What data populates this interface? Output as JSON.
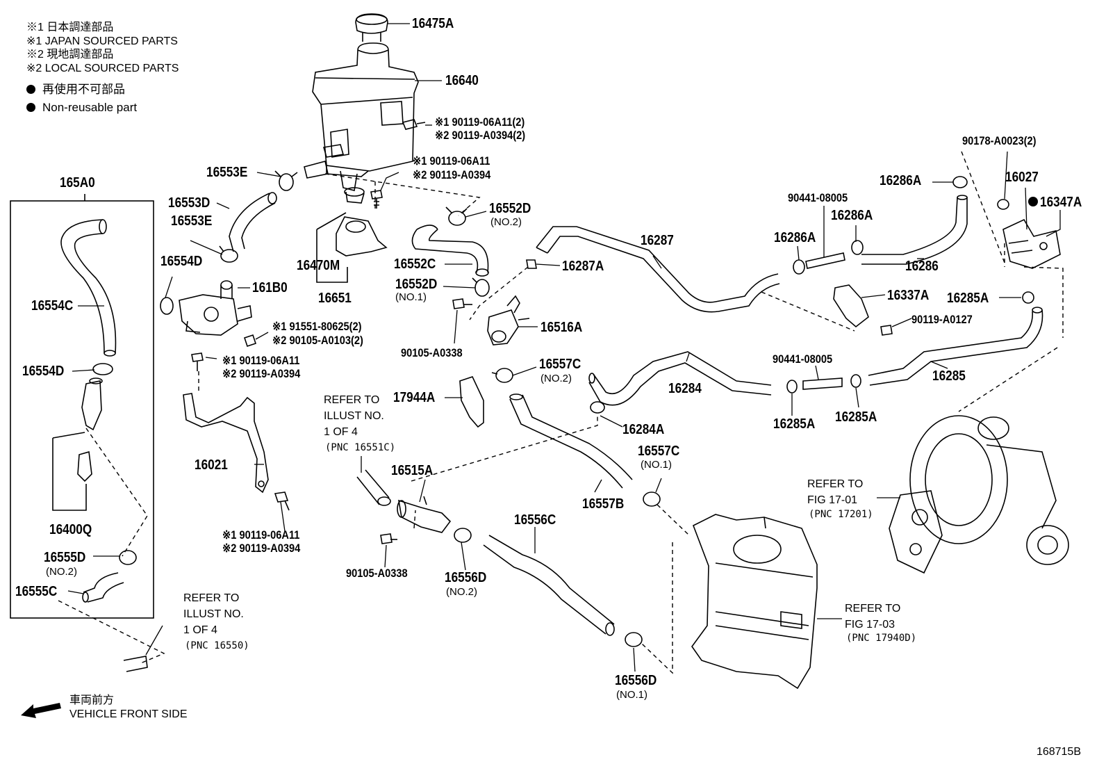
{
  "legend": [
    "※1  日本調達部品",
    "※1  JAPAN SOURCED PARTS",
    "※2  現地調達部品",
    "※2  LOCAL SOURCED PARTS"
  ],
  "non_reusable": [
    "再使用不可部品",
    "Non-reusable part"
  ],
  "box_title": "165A0",
  "labels": {
    "p16475A": "16475A",
    "p16640": "16640",
    "b1a": "※1 90119-06A11(2)",
    "b1b": "※2 90119-A0394(2)",
    "b2a": "※1 90119-06A11",
    "b2b": "※2 90119-A0394",
    "p16553E_1": "16553E",
    "p16553D": "16553D",
    "p16553E_2": "16553E",
    "p16552D_2": "16552D",
    "p16552D_2n": "(NO.2)",
    "p16470M": "16470M",
    "p16651": "16651",
    "p16552C": "16552C",
    "p16552D_1": "16552D",
    "p16552D_1n": "(NO.1)",
    "p16554D_1": "16554D",
    "p161B0": "161B0",
    "p16554C": "16554C",
    "b3a": "※1 91551-80625(2)",
    "b3b": "※2 90105-A0103(2)",
    "p16287": "16287",
    "p16287A": "16287A",
    "p16516A": "16516A",
    "p90105A0338_1": "90105-A0338",
    "p16554D_2": "16554D",
    "b4a": "※1 90119-06A11",
    "b4b": "※2 90119-A0394",
    "p16557C_2": "16557C",
    "p16557C_2n": "(NO.2)",
    "p17944A": "17944A",
    "p16284": "16284",
    "p16284A": "16284A",
    "p16021": "16021",
    "p16515A": "16515A",
    "p16557B": "16557B",
    "p16557C_1": "16557C",
    "p16557C_1n": "(NO.1)",
    "p16400Q": "16400Q",
    "b5a": "※1 90119-06A11",
    "b5b": "※2 90119-A0394",
    "p16556C": "16556C",
    "p16555D": "16555D",
    "p16555Dn": "(NO.2)",
    "p16555C": "16555C",
    "p90105A0338_2": "90105-A0338",
    "p16556D_2": "16556D",
    "p16556D_2n": "(NO.2)",
    "p16556D_1": "16556D",
    "p16556D_1n": "(NO.1)",
    "p90178": "90178-A0023(2)",
    "p16027": "16027",
    "p16347A": "16347A",
    "p16286A_1": "16286A",
    "p90441_1": "90441-08005",
    "p16286A_2": "16286A",
    "p16286A_3": "16286A",
    "p16286": "16286",
    "p16337A": "16337A",
    "p16285A_1": "16285A",
    "p90119A0127": "90119-A0127",
    "p90441_2": "90441-08005",
    "p16285": "16285",
    "p16285A_2": "16285A",
    "p16285A_3": "16285A"
  },
  "refs": {
    "r1": "REFER TO\nILLUST NO.\n1 OF 4",
    "r1p": "(PNC 16551C)",
    "r2": "REFER TO\nILLUST NO.\n1 OF 4",
    "r2p": "(PNC 16550)",
    "r3": "REFER TO\nFIG 17-01",
    "r3p": "(PNC 17201)",
    "r4": "REFER TO\nFIG 17-03",
    "r4p": "(PNC 17940D)"
  },
  "front_side": [
    "車両前方",
    "VEHICLE FRONT SIDE"
  ],
  "illustration_code": "168715B"
}
